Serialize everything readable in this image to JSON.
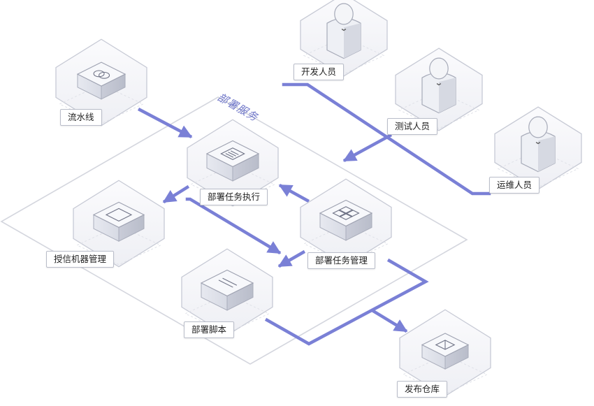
{
  "region": {
    "label": "部署服务"
  },
  "nodes": {
    "pipeline": {
      "label": "流水线",
      "icon": "pipeline-icon"
    },
    "deploy_exec": {
      "label": "部署任务执行",
      "icon": "document-icon"
    },
    "auth_machine": {
      "label": "授信机器管理",
      "icon": "server-icon"
    },
    "task_manage": {
      "label": "部署任务管理",
      "icon": "grid-icon"
    },
    "deploy_script": {
      "label": "部署脚本",
      "icon": "script-icon"
    },
    "release_repo": {
      "label": "发布仓库",
      "icon": "box-icon"
    }
  },
  "roles": {
    "developer": {
      "label": "开发人员",
      "icon": "person-icon"
    },
    "tester": {
      "label": "测试人员",
      "icon": "person-icon"
    },
    "ops": {
      "label": "运维人员",
      "icon": "person-icon"
    }
  },
  "colors": {
    "flow": "#7a80d6",
    "region_border": "#d4d6de",
    "hex_border": "#c7cad5",
    "hex_fill": "#f6f6f9",
    "cube_top": "#f7f8fb",
    "cube_side": "#cfd2dc"
  }
}
